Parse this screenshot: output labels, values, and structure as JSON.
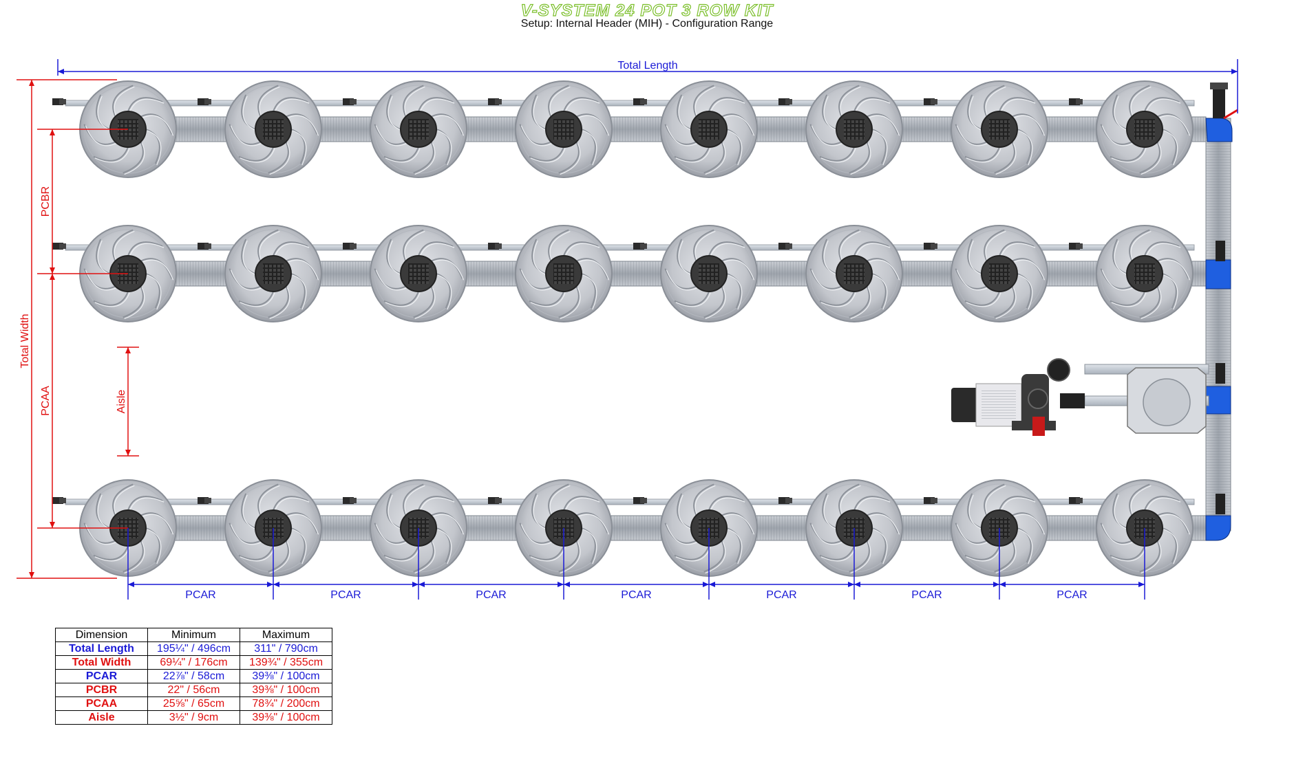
{
  "header": {
    "title": "V-SYSTEM 24 POT 3 ROW KIT",
    "subtitle": "Setup: Internal Header (MIH) - Configuration Range"
  },
  "labels": {
    "total_length": "Total Length",
    "total_width": "Total Width",
    "pcbr": "PCBR",
    "pcaa": "PCAA",
    "aisle": "Aisle",
    "pcar": "PCAR"
  },
  "layout": {
    "rows": 3,
    "pots_per_row": 8
  },
  "colors": {
    "blue": "#1a1ad6",
    "red": "#e01010",
    "title": "#7bbf2a"
  },
  "table": {
    "headers": [
      "Dimension",
      "Minimum",
      "Maximum"
    ],
    "rows": [
      {
        "name": "Total Length",
        "min": "195¼\" / 496cm",
        "max": "311\" / 790cm",
        "color": "#1a1ad6"
      },
      {
        "name": "Total Width",
        "min": "69¼\" / 176cm",
        "max": "139¾\" / 355cm",
        "color": "#e01010"
      },
      {
        "name": "PCAR",
        "min": "22⅞\" / 58cm",
        "max": "39⅜\" / 100cm",
        "color": "#1a1ad6"
      },
      {
        "name": "PCBR",
        "min": "22\" / 56cm",
        "max": "39⅜\" / 100cm",
        "color": "#e01010"
      },
      {
        "name": "PCAA",
        "min": "25⅝\" / 65cm",
        "max": "78¾\" / 200cm",
        "color": "#e01010"
      },
      {
        "name": "Aisle",
        "min": "3½\" / 9cm",
        "max": "39⅜\" / 100cm",
        "color": "#e01010"
      }
    ]
  }
}
